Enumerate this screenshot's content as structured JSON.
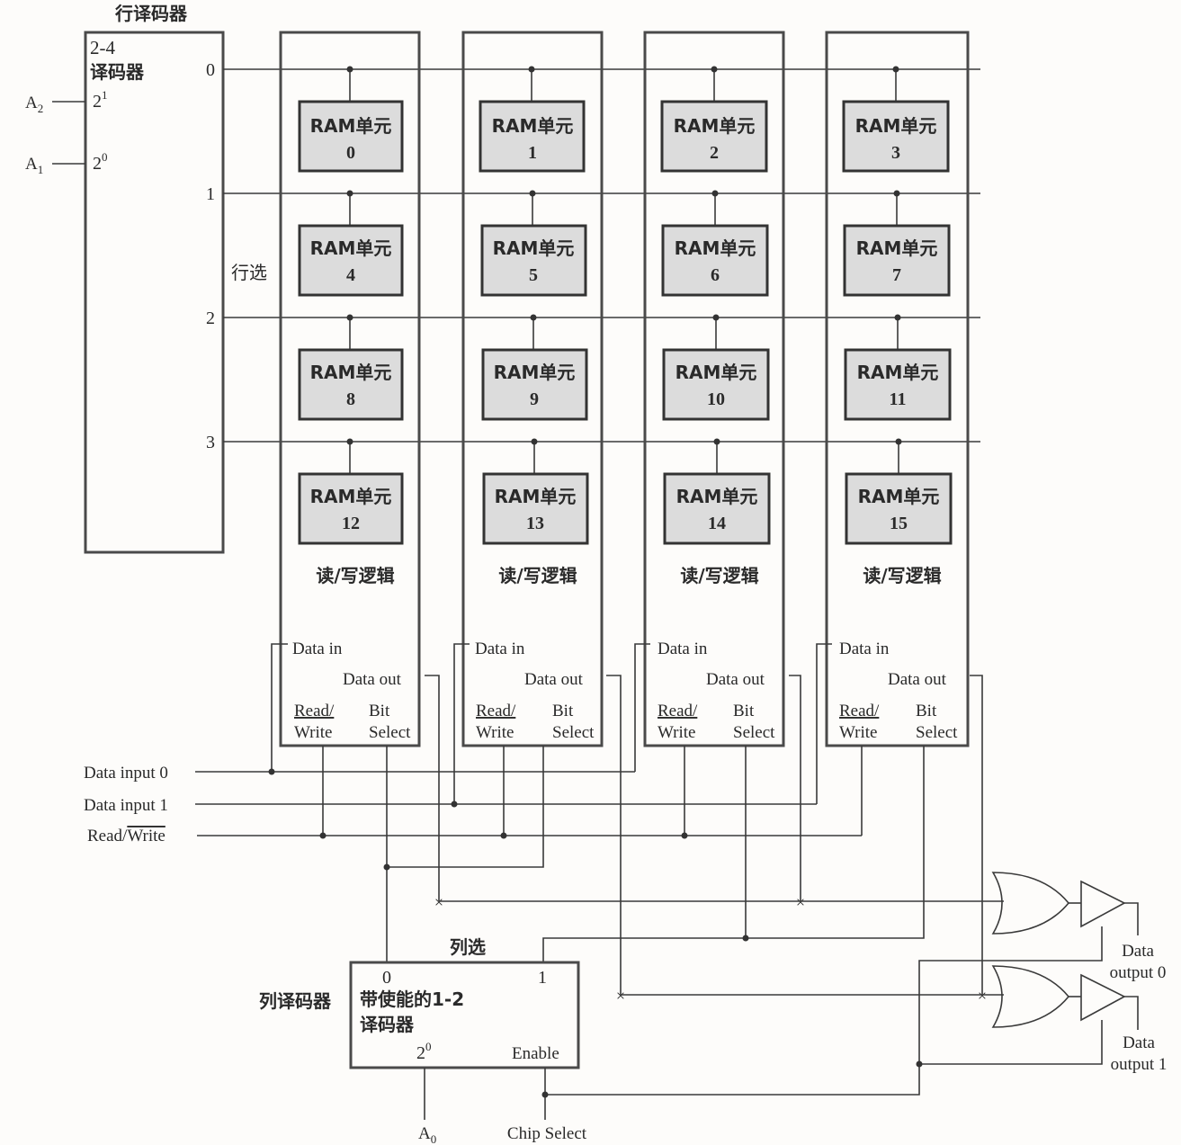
{
  "row_decoder": {
    "title": "行译码器",
    "name_line1": "2-4",
    "name_line2": "译码器",
    "input_a2": "A",
    "input_a2_sub": "2",
    "input_a1": "A",
    "input_a1_sub": "1",
    "weight_hi": "2",
    "weight_hi_sup": "1",
    "weight_lo": "2",
    "weight_lo_sup": "0",
    "outputs": [
      "0",
      "1",
      "2",
      "3"
    ]
  },
  "row_select_label": "行选",
  "ram_cell_label": "RAM单元",
  "ram_cells": [
    "0",
    "1",
    "2",
    "3",
    "4",
    "5",
    "6",
    "7",
    "8",
    "9",
    "10",
    "11",
    "12",
    "13",
    "14",
    "15"
  ],
  "rw_logic_label": "读/写逻辑",
  "column_ports": {
    "data_in": "Data in",
    "data_out": "Data out",
    "read_top": "Read/",
    "write_bottom": "Write",
    "bit_top": "Bit",
    "select_bottom": "Select"
  },
  "bus_labels": {
    "data_input_0": "Data input 0",
    "data_input_1": "Data input 1",
    "read_write_read": "Read/",
    "read_write_write": "Write"
  },
  "column_select_label": "列选",
  "column_decoder": {
    "side_label": "列译码器",
    "out_0": "0",
    "out_1": "1",
    "name_line1": "带使能的1-2",
    "name_line2": "译码器",
    "weight": "2",
    "weight_sup": "0",
    "enable": "Enable",
    "input_a0": "A",
    "input_a0_sub": "0",
    "chip_select": "Chip Select"
  },
  "outputs": {
    "data_output_0_line1": "Data",
    "data_output_0_line2": "output 0",
    "data_output_1_line1": "Data",
    "data_output_1_line2": "output 1"
  }
}
